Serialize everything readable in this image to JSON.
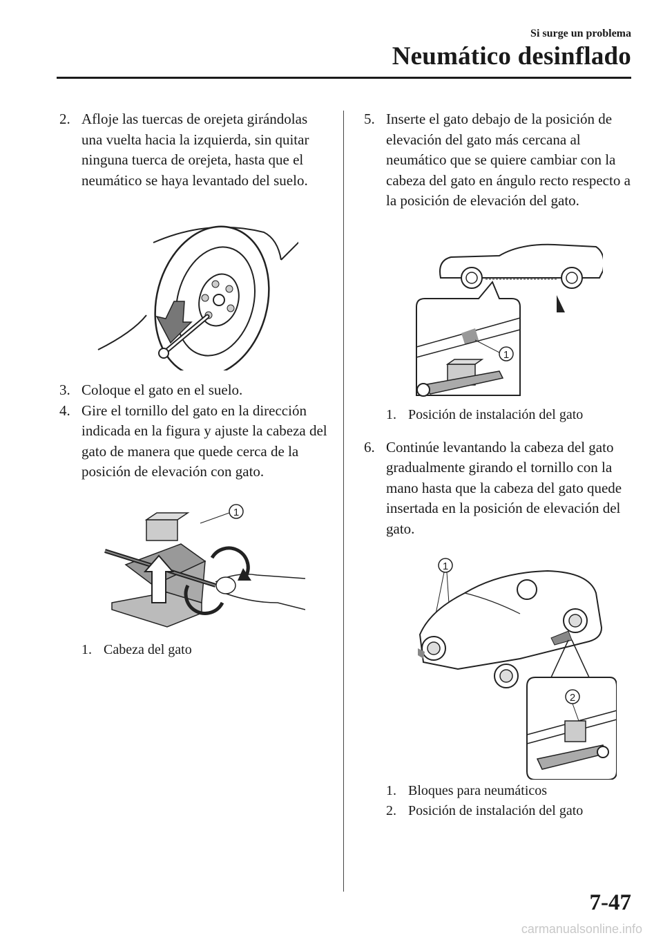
{
  "header": {
    "section": "Si surge un problema",
    "title": "Neumático desinflado"
  },
  "left": {
    "step2": {
      "num": "2.",
      "text": "Afloje las tuercas de orejeta girándolas una vuelta hacia la izquierda, sin quitar ninguna tuerca de orejeta, hasta que el neumático se haya levantado del suelo."
    },
    "step3": {
      "num": "3.",
      "text": "Coloque el gato en el suelo."
    },
    "step4": {
      "num": "4.",
      "text": "Gire el tornillo del gato en la dirección indicada en la figura y ajuste la cabeza del gato de manera que quede cerca de la posición de elevación con gato."
    },
    "fig_jack": {
      "callout": "1"
    },
    "caption4": {
      "num": "1.",
      "text": "Cabeza del gato"
    }
  },
  "right": {
    "step5": {
      "num": "5.",
      "text": "Inserte el gato debajo de la posición de elevación del gato más cercana al neumático que se quiere cambiar con la cabeza del gato en ángulo recto respecto a la posición de elevación del gato."
    },
    "fig_position": {
      "callout": "1"
    },
    "caption5": {
      "num": "1.",
      "text": "Posición de instalación del gato"
    },
    "step6": {
      "num": "6.",
      "text": "Continúe levantando la cabeza del gato gradualmente girando el tornillo con la mano hasta que la cabeza del gato quede insertada en la posición de elevación del gato."
    },
    "fig_car": {
      "callout1": "1",
      "callout2": "2"
    },
    "caption6": [
      {
        "num": "1.",
        "text": "Bloques para neumáticos"
      },
      {
        "num": "2.",
        "text": "Posición de instalación del gato"
      }
    ]
  },
  "footer": {
    "page": "7-47"
  },
  "watermark": "carmanualsonline.info"
}
